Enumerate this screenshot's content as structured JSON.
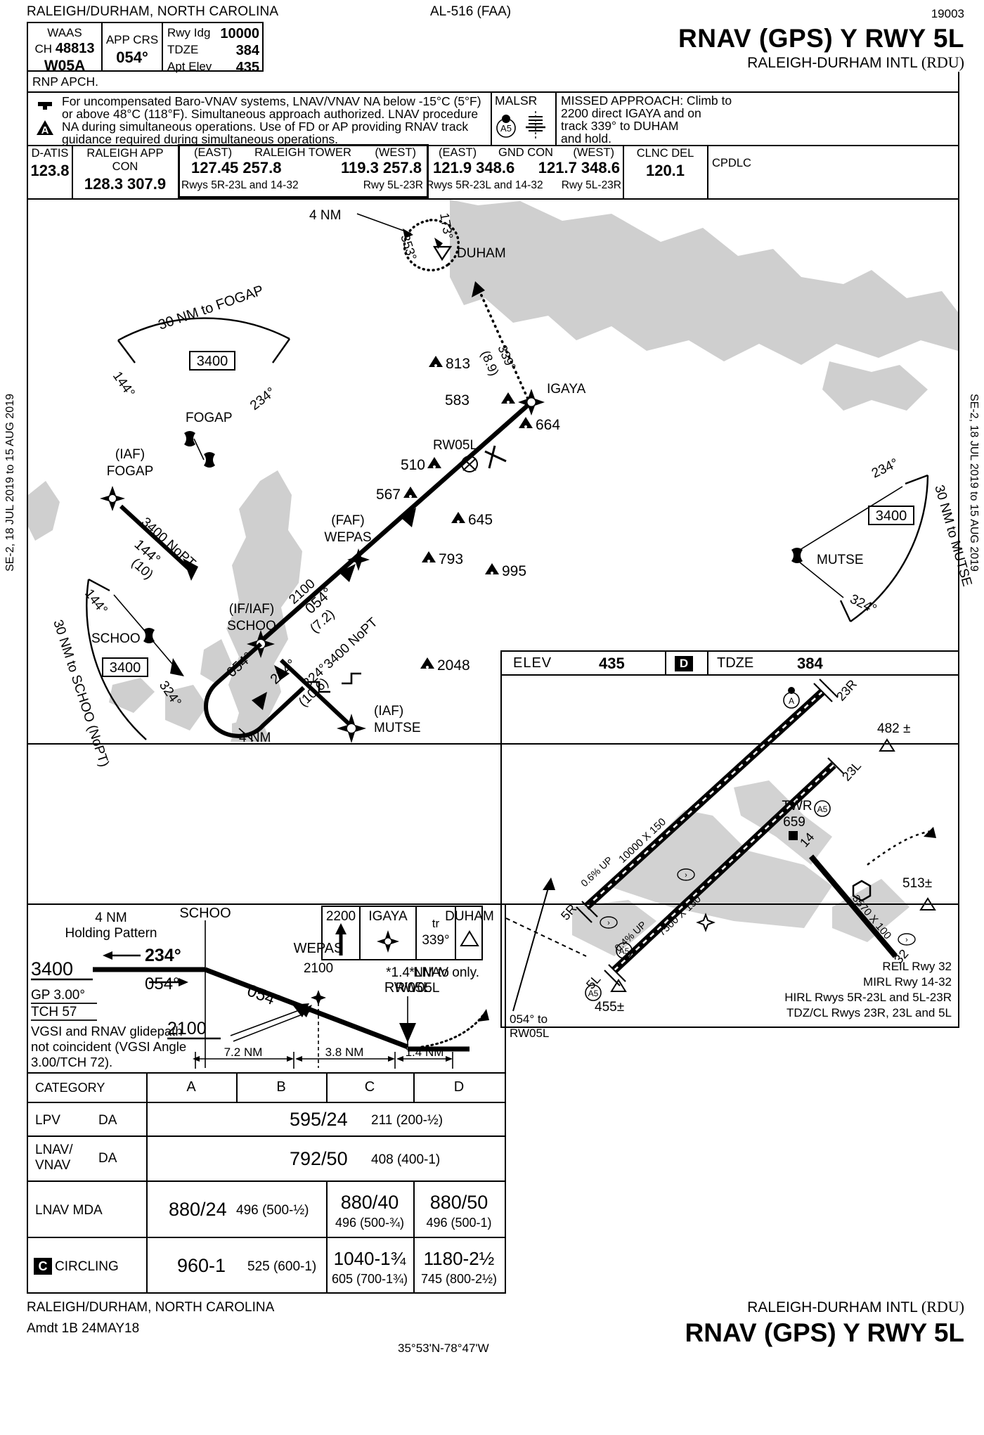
{
  "header": {
    "city_state": "RALEIGH/DURHAM, NORTH CAROLINA",
    "al_number": "AL-516 (FAA)",
    "chart_serial": "19003",
    "procedure_title": "RNAV (GPS) Y RWY 5L",
    "airport_name": "RALEIGH-DURHAM INTL",
    "airport_ident": "(RDU)"
  },
  "briefing": {
    "waas": {
      "label": "WAAS",
      "ch_label": "CH",
      "ch_value": "48813",
      "wid": "W05A"
    },
    "app_crs": {
      "label": "APP CRS",
      "value": "054°"
    },
    "runway": {
      "rwy_ldg_label": "Rwy Idg",
      "rwy_ldg_value": "10000",
      "tdze_label": "TDZE",
      "tdze_value": "384",
      "apt_elev_label": "Apt Elev",
      "apt_elev_value": "435"
    },
    "rnp_note": "RNP APCH.",
    "notes": [
      "For uncompensated Baro-VNAV systems, LNAV/VNAV NA below -15°C (5°F)",
      "or above 48°C (118°F).  Simultaneous approach authorized.  LNAV procedure",
      "NA during simultaneous operations.  Use of FD or AP providing RNAV track",
      "guidance required during simultaneous operations."
    ],
    "malsr_label": "MALSR",
    "malsr_icon": "a5-circle-icon",
    "missed_approach": [
      "MISSED APPROACH: Climb to",
      "2200 direct IGAYA and on",
      "track 339° to DUHAM",
      "and hold."
    ]
  },
  "comms": [
    {
      "name": "D-ATIS",
      "freqs": "123.8",
      "sub": ""
    },
    {
      "name": "RALEIGH APP CON",
      "freqs": "128.3  307.9",
      "sub": ""
    },
    {
      "name": "RALEIGH TOWER",
      "east_label": "(EAST)",
      "east_freqs": "127.45  257.8",
      "east_sub": "Rwys 5R-23L and 14-32",
      "west_label": "(WEST)",
      "west_freqs": "119.3  257.8",
      "west_sub": "Rwy 5L-23R"
    },
    {
      "name": "GND CON",
      "east_label": "(EAST)",
      "east_freqs": "121.9  348.6",
      "east_sub": "Rwys 5R-23L and 14-32",
      "west_label": "(WEST)",
      "west_freqs": "121.7  348.6",
      "west_sub": "Rwy 5L-23R"
    },
    {
      "name": "CLNC DEL",
      "freqs": "120.1",
      "sub": ""
    },
    {
      "name": "CPDLC",
      "freqs": "",
      "sub": ""
    }
  ],
  "margin": {
    "left_label": "SE-2,  18 JUL 2019  to  15 AUG 2019",
    "right_label": "SE-2,  18 JUL 2019  to  15 AUG 2019"
  },
  "planview": {
    "duham": {
      "name": "DUHAM",
      "inbound_crs": "173°",
      "outbound_crs": "353°",
      "leg_len": "4 NM"
    },
    "igaya": {
      "name": "IGAYA",
      "track": "339°",
      "distance": "(8.9)"
    },
    "rw05l": {
      "name": "RW05L"
    },
    "wepas": {
      "name": "WEPAS",
      "prefix": "(FAF)"
    },
    "schoo_if": {
      "name": "SCHOO",
      "prefix": "(IF/IAF)"
    },
    "fogap_iaf": {
      "name": "FOGAP",
      "prefix": "(IAF)"
    },
    "mutse_iaf": {
      "name": "MUTSE",
      "prefix": "(IAF)"
    },
    "fogap_arc": {
      "label": "30 NM to FOGAP",
      "alt": "3400",
      "name": "FOGAP",
      "crs_in": "144°",
      "crs_out": "234°"
    },
    "schoo_arc": {
      "label": "30 NM to SCHOO (NoPT)",
      "alt": "3400",
      "name": "SCHOO",
      "crs_in": "144°",
      "crs_out": "324°"
    },
    "mutse_arc": {
      "label": "30 NM to MUTSE",
      "alt": "3400",
      "name": "MUTSE",
      "crs_in": "234°",
      "crs_out": "324°"
    },
    "feeder_fogap": {
      "crs": "144°",
      "dist": "(10)",
      "alt_note": "3400 NoPT"
    },
    "feeder_mutse": {
      "crs": "324°",
      "dist": "(10.6)",
      "alt_note": "3400 NoPT"
    },
    "final_leg": {
      "alt": "2100",
      "crs": "054°",
      "dist": "(7.2)"
    },
    "holding_schoo": {
      "crs_out": "234°",
      "crs_in": "054°",
      "leg": "4 NM"
    },
    "spot_elevations": [
      "813",
      "583",
      "664",
      "510",
      "567",
      "645",
      "793",
      "995",
      "2048"
    ]
  },
  "airport_sketch": {
    "elev_label": "ELEV",
    "elev_value": "435",
    "d_box": "D",
    "tdze_label": "TDZE",
    "tdze_value": "384",
    "twr_label": "TWR",
    "twr_elev": "659",
    "runways": [
      {
        "ident_a": "5R",
        "ident_b": "23L",
        "dims": "10000 X 150",
        "grad": "0.6% UP"
      },
      {
        "ident_a": "5L",
        "ident_b": "23R",
        "dims": "7500 X 150",
        "grad": "0.4% UP"
      },
      {
        "ident_a": "14",
        "ident_b": "32",
        "dims": "3570 X 100"
      }
    ],
    "obstacles": [
      "482 ±",
      "513±",
      "455±"
    ],
    "approach_note_line1": "054°  to",
    "approach_note_line2": "RW05L",
    "lighting": [
      "REIL Rwy 32",
      "MIRL Rwy 14-32",
      "HIRL Rwys 5R-23L and 5L-23R",
      "TDZ/CL Rwys 23R, 23L and 5L"
    ]
  },
  "profile": {
    "hold_label_l1": "4 NM",
    "hold_label_l2": "Holding Pattern",
    "hold_alt": "3400",
    "hold_out_crs": "234°",
    "hold_in_crs": "054°",
    "gp_angle": "GP 3.00°",
    "tch": "TCH 57",
    "vgsi_note": [
      "VGSI and RNAV glidepath",
      "not coincident (VGSI Angle",
      "3.00/TCH 72)."
    ],
    "fix_schoo": "SCHOO",
    "fix_wepas": "WEPAS",
    "wepas_alt": "2100",
    "crs_final": "054°",
    "step_alt": "2100",
    "rw05l": "RW05L",
    "ma_alt": "2200",
    "ma_fix1": "IGAYA",
    "ma_track_label": "tr",
    "ma_track": "339°",
    "ma_fix2": "DUHAM",
    "note_star1": "*1.4 NM to",
    "note_star1b": "RW05L",
    "note_star2": "*LNAV only.",
    "distances": [
      "7.2 NM",
      "3.8 NM",
      "1.4 NM"
    ]
  },
  "minimums": {
    "category_label": "CATEGORY",
    "categories": [
      "A",
      "B",
      "C",
      "D"
    ],
    "rows": [
      {
        "label": "LPV",
        "type": "DA",
        "span": "all",
        "value": "595/24",
        "hat": "211 (200-½)"
      },
      {
        "label": "LNAV/\nVNAV",
        "type": "DA",
        "span": "all",
        "value": "792/50",
        "hat": "408 (400-1)"
      },
      {
        "label": "LNAV  MDA",
        "type": "",
        "span": "split",
        "ab_value": "880/24",
        "ab_hat": "496 (500-½)",
        "c_value": "880/40",
        "c_hat": "496 (500-¾)",
        "d_value": "880/50",
        "d_hat": "496 (500-1)"
      },
      {
        "label": "CIRCLING",
        "type": "",
        "span": "split",
        "badge": "C",
        "ab_value": "960-1",
        "ab_hat": "525 (600-1)",
        "c_value": "1040-1¾",
        "c_hat": "605 (700-1¾)",
        "d_value": "1180-2½",
        "d_hat": "745 (800-2½)"
      }
    ]
  },
  "footer": {
    "city_state": "RALEIGH/DURHAM, NORTH CAROLINA",
    "amendment": "Amdt 1B  24MAY18",
    "coordinates": "35°53'N-78°47'W",
    "airport_name": "RALEIGH-DURHAM INTL",
    "airport_ident": "(RDU)",
    "procedure_title": "RNAV (GPS) Y RWY 5L"
  }
}
